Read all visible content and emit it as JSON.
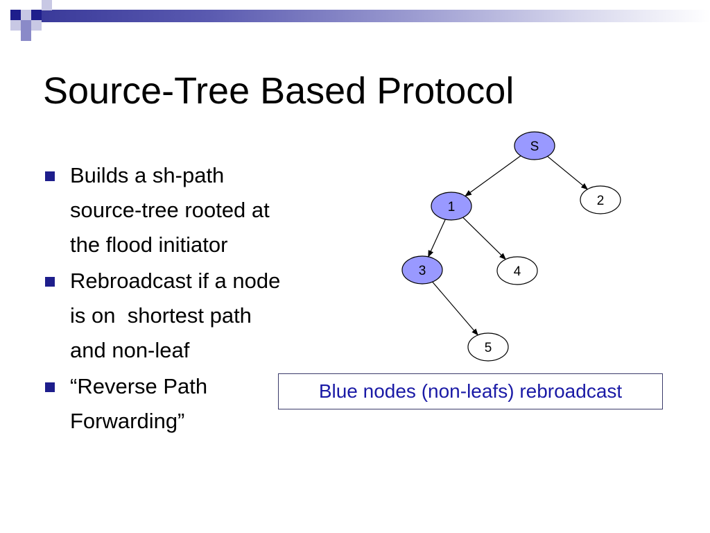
{
  "slide": {
    "title": "Source-Tree Based Protocol",
    "bullets": [
      "Builds a sh-path\nsource-tree rooted at\nthe flood initiator",
      "Rebroadcast if a node\nis on  shortest path\nand non-leaf",
      "“Reverse Path\nForwarding”"
    ],
    "caption": "Blue nodes (non-leafs) rebroadcast"
  },
  "colors": {
    "title_text": "#000000",
    "accent_dark": "#1e1e8c",
    "node_blue_fill": "#9999ff",
    "node_white_fill": "#ffffff",
    "caption_text": "#1a1aa6"
  },
  "tree": {
    "nodes": [
      {
        "id": "S",
        "label": "S",
        "rebroadcast": true
      },
      {
        "id": "1",
        "label": "1",
        "rebroadcast": true
      },
      {
        "id": "2",
        "label": "2",
        "rebroadcast": false
      },
      {
        "id": "3",
        "label": "3",
        "rebroadcast": true
      },
      {
        "id": "4",
        "label": "4",
        "rebroadcast": false
      },
      {
        "id": "5",
        "label": "5",
        "rebroadcast": false
      }
    ],
    "edges": [
      {
        "from": "S",
        "to": "1"
      },
      {
        "from": "S",
        "to": "2"
      },
      {
        "from": "1",
        "to": "3"
      },
      {
        "from": "1",
        "to": "4"
      },
      {
        "from": "3",
        "to": "5"
      }
    ]
  }
}
